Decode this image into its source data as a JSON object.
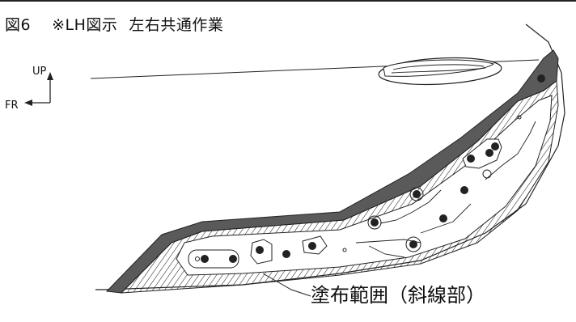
{
  "figure": {
    "number": "図6",
    "note": "※LH図示",
    "task": "左右共通作業"
  },
  "directions": {
    "up": "UP",
    "front": "FR"
  },
  "callout": {
    "label": "塗布範囲（斜線部）"
  },
  "colors": {
    "line": "#222222",
    "band": "#5a5a5a",
    "background": "#ffffff"
  }
}
